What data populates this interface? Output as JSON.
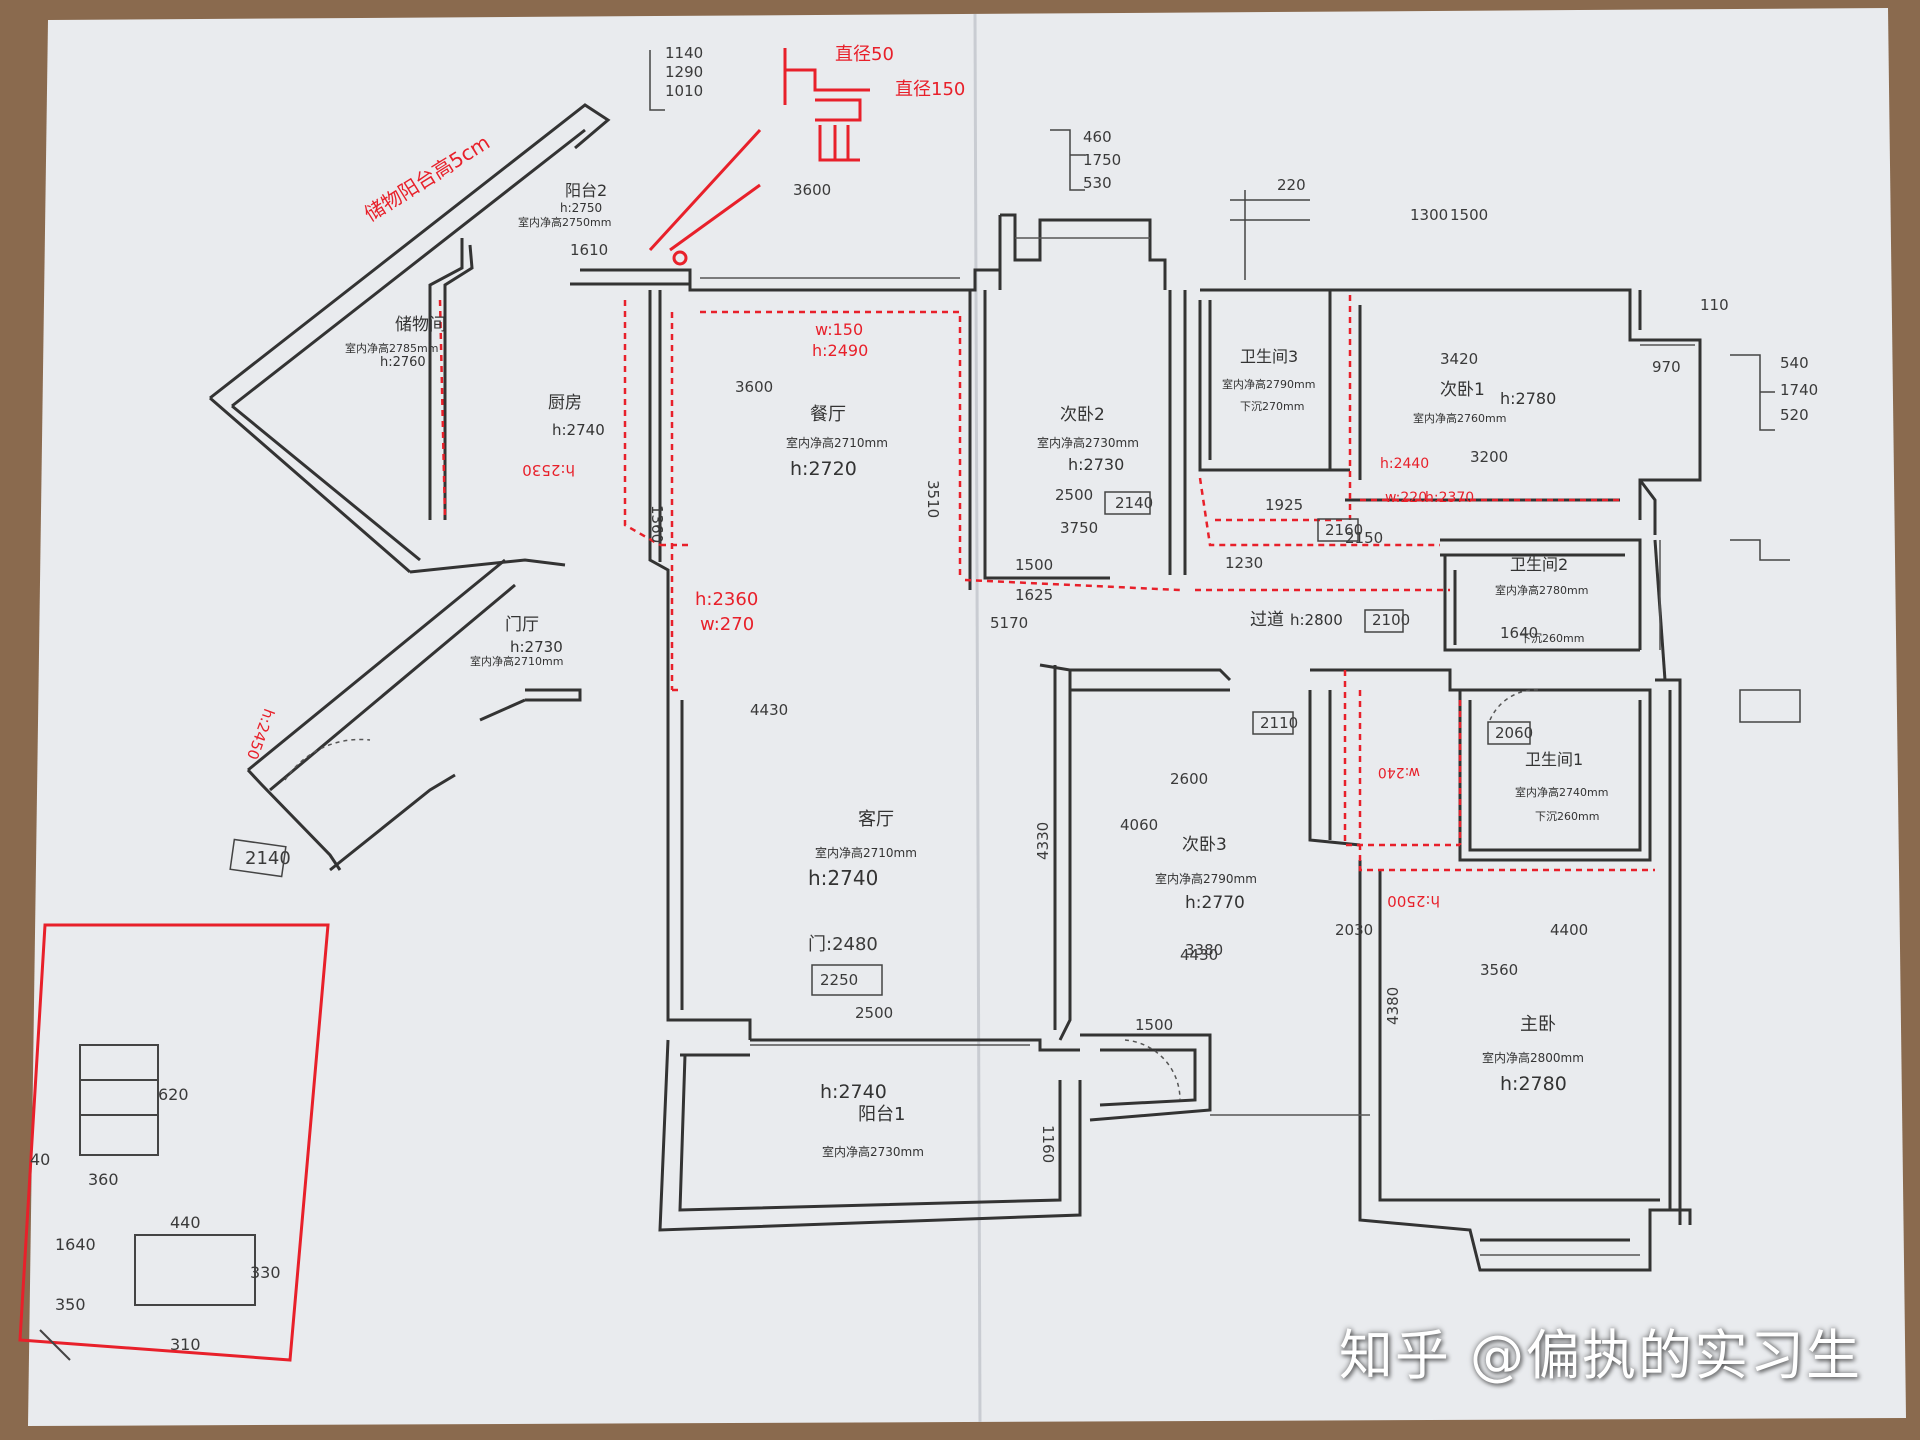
{
  "watermark": "知乎 @偏执的实习生",
  "colors": {
    "paper": "#e9ebee",
    "ink": "#3a3a3a",
    "red": "#e8202a"
  },
  "rooms": {
    "storage": {
      "name": "储物间",
      "height": "室内净高2785mm",
      "note": "h:2760"
    },
    "balcony2": {
      "name": "阳台2",
      "note": "h:2750",
      "height": "室内净高2750mm"
    },
    "kitchen": {
      "name": "厨房",
      "note": "h:2740"
    },
    "dining": {
      "name": "餐厅",
      "height": "室内净高2710mm",
      "note": "h:2720"
    },
    "bed2": {
      "name": "次卧2",
      "height": "室内净高2730mm",
      "note": "h:2730"
    },
    "bath3": {
      "name": "卫生间3",
      "height": "室内净高2790mm",
      "sink": "下沉270mm"
    },
    "bed1": {
      "name": "次卧1",
      "note": "h:2780",
      "height": "室内净高2760mm"
    },
    "bath2": {
      "name": "卫生间2",
      "height": "室内净高2780mm",
      "sink": "下沉260mm"
    },
    "foyer": {
      "name": "门厅",
      "note": "h:2730",
      "height": "室内净高2710mm"
    },
    "corridor": {
      "name": "过道",
      "note": "h:2800"
    },
    "living": {
      "name": "客厅",
      "height": "室内净高2710mm",
      "note": "h:2740"
    },
    "bed3": {
      "name": "次卧3",
      "height": "室内净高2790mm",
      "note": "h:2770"
    },
    "bath1": {
      "name": "卫生间1",
      "height": "室内净高2740mm",
      "sink": "下沉260mm"
    },
    "master": {
      "name": "主卧",
      "height": "室内净高2800mm",
      "note": "h:2780"
    },
    "balcony1": {
      "name": "阳台1",
      "height": "室内净高2730mm",
      "note": "h:2740"
    }
  },
  "red_notes": {
    "top_pipe_a": "直径50",
    "top_pipe_b": "直径150",
    "storage_side": "储物阳台高5cm",
    "corridor_w": "w:150",
    "corridor_h": "h:2490",
    "dining_w": "h:2360",
    "dining_h": "w:270",
    "kitchen_beam": "h:2530",
    "door_h": "h:2450",
    "bed1_beam_h": "h:2440",
    "bed1_beam_w": "w:220",
    "bath1_h": "h:2370",
    "bath1_w": "w:240",
    "master_beam": "h:2500"
  },
  "dims": {
    "d1": "3600",
    "d2": "3510",
    "d3": "4430",
    "d4": "2250",
    "d5": "2500",
    "d6": "3750",
    "d7": "2500",
    "d8": "3420",
    "d9": "3200",
    "d10": "1925",
    "d11": "1640",
    "d12": "2600",
    "d13": "4060",
    "d14": "3380",
    "d15": "4400",
    "d16": "3560",
    "d17": "4380",
    "d18": "4330",
    "d19": "1500",
    "d20": "1625",
    "d21": "1230",
    "d22": "2030",
    "d23": "1500",
    "d24": "5170",
    "d25": "2140",
    "d26": "2160",
    "d27": "2110",
    "d28": "2100",
    "d29": "2060",
    "d30": "2140",
    "d31": "门:2480",
    "d32": "1610",
    "d33": "3600",
    "d34": "1360",
    "d35": "4430",
    "d36": "2150",
    "d37": "1160",
    "d38": "970",
    "d39": "540",
    "d40": "1740",
    "d41": "520",
    "d42": "460",
    "d43": "1750",
    "d44": "530",
    "d45": "1140",
    "d46": "1290",
    "d47": "1010",
    "d48": "110",
    "d49": "1300",
    "d50": "1500",
    "d51": "220",
    "d52": "620",
    "d53": "360",
    "d54": "440",
    "d55": "330",
    "d56": "310",
    "d57": "350",
    "d58": "1640",
    "d59": "40"
  }
}
